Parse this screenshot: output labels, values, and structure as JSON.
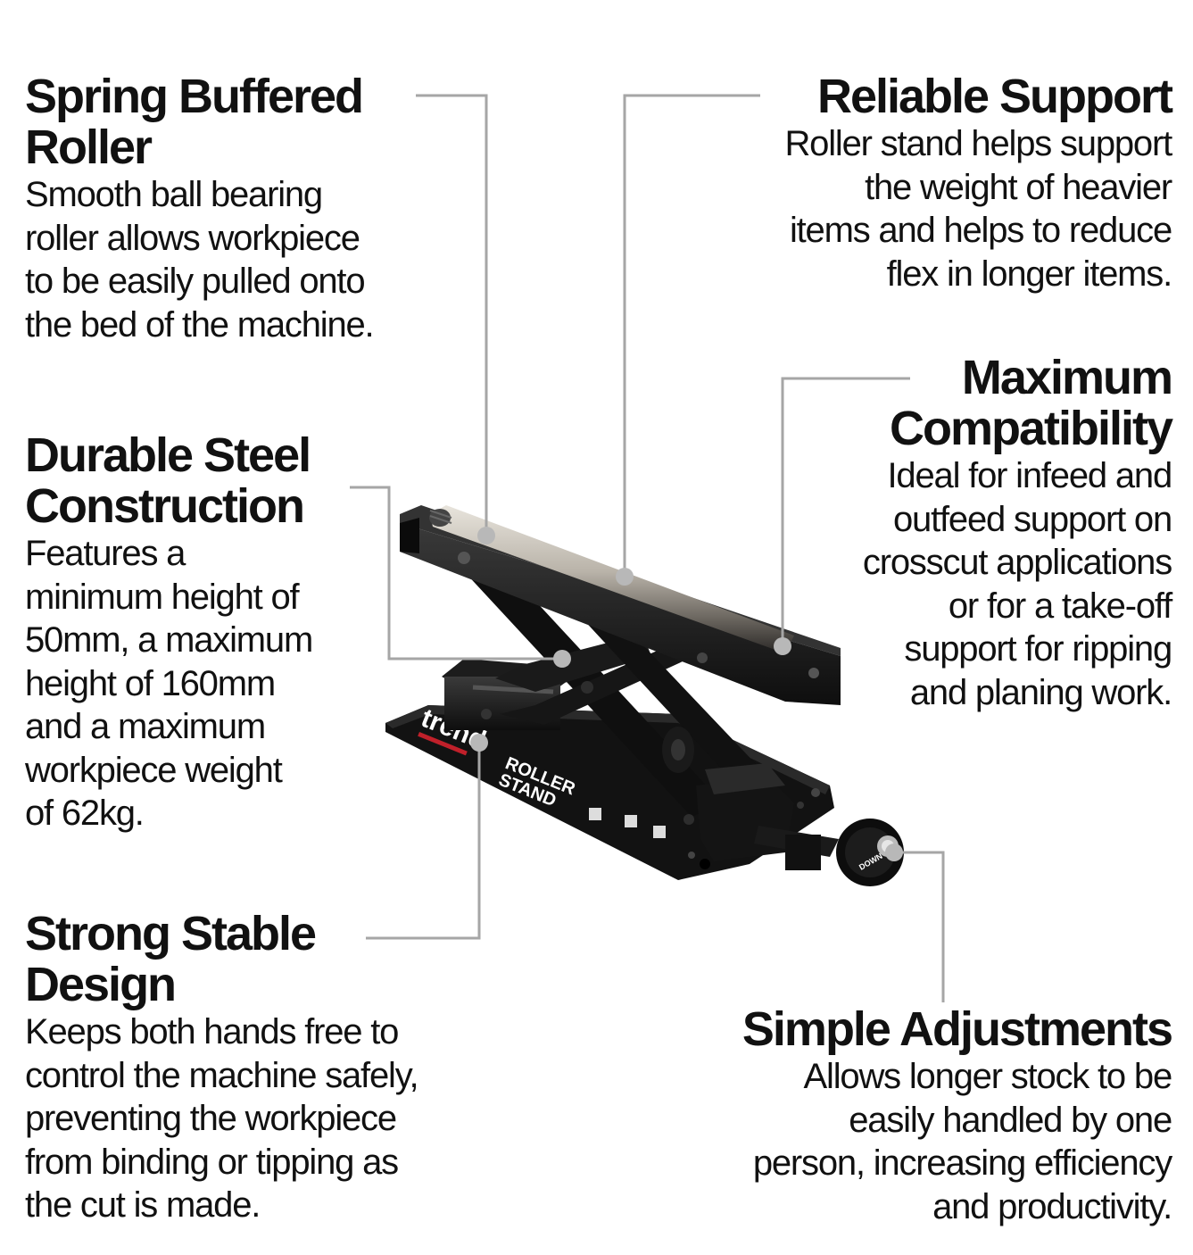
{
  "callouts": {
    "spring": {
      "title": "Spring Buffered\nRoller",
      "body": "Smooth ball bearing\nroller allows workpiece\nto be easily pulled onto\nthe bed of the machine."
    },
    "durable": {
      "title": "Durable Steel\nConstruction",
      "body": "Features a\nminimum height of\n50mm, a maximum\nheight of 160mm\nand a maximum\nworkpiece weight\nof 62kg."
    },
    "strong": {
      "title": "Strong Stable\nDesign",
      "body": "Keeps both hands free to\ncontrol the machine safely,\npreventing the workpiece\nfrom binding or tipping as\nthe cut is made."
    },
    "reliable": {
      "title": "Reliable Support",
      "body": "Roller stand helps support\nthe weight of heavier\nitems and helps to reduce\nflex in longer items."
    },
    "maximum": {
      "title": "Maximum\nCompatibility",
      "body": "Ideal for infeed and\noutfeed support on\ncrosscut applications\nor for a take-off\nsupport for ripping\nand planing work."
    },
    "simple": {
      "title": "Simple Adjustments",
      "body": "Allows longer stock to be\neasily handled by one\nperson, increasing efficiency\nand productivity."
    }
  },
  "product": {
    "brand": "trend",
    "label": "ROLLER\nSTAND",
    "knob_label": "DOWN"
  },
  "colors": {
    "text": "#111111",
    "leader": "#a6a6a6",
    "steel": "#1a1a1a",
    "roller": "#b5b0a8",
    "brand_red": "#c0202a"
  }
}
